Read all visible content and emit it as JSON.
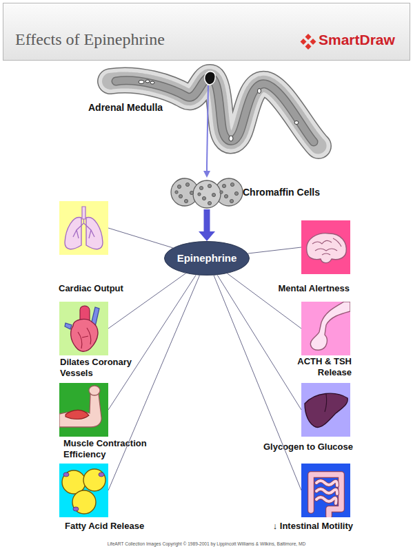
{
  "diagram": {
    "title": "Effects of Epinephrine",
    "nodes": [
      {
        "text": [
          "Adrenal Medulla"
        ]
      },
      {
        "text": [
          "Chromaffin Cells"
        ]
      },
      {
        "text": [
          "Epinephrine"
        ]
      },
      {
        "text": [
          "Cardiac Output"
        ]
      },
      {
        "text": [
          "Mental Alertness"
        ]
      },
      {
        "text": [
          "Dilates Coronary Vessels"
        ]
      },
      {
        "text": [
          "ACTH & TSH Release"
        ]
      },
      {
        "text": [
          "Muscle Contraction Efficiency"
        ]
      },
      {
        "text": [
          "Glycogen to Glucose"
        ]
      },
      {
        "text": [
          "Fatty Acid Release"
        ]
      },
      {
        "text": [
          "↓ Intestinal Motility"
        ]
      }
    ],
    "edges": [
      {
        "from": 0,
        "to": 1,
        "arrow": "to"
      },
      {
        "from": 1,
        "to": 2,
        "arrow": "to"
      },
      {
        "from": 2,
        "to": 3,
        "arrow": "none"
      },
      {
        "from": 2,
        "to": 4,
        "arrow": "none"
      },
      {
        "from": 2,
        "to": 5,
        "arrow": "none"
      },
      {
        "from": 2,
        "to": 6,
        "arrow": "none"
      },
      {
        "from": 2,
        "to": 7,
        "arrow": "none"
      },
      {
        "from": 2,
        "to": 8,
        "arrow": "none"
      },
      {
        "from": 2,
        "to": 9,
        "arrow": "none"
      },
      {
        "from": 2,
        "to": 10,
        "arrow": "none"
      }
    ],
    "labels": [
      "SmartDraw",
      "LifeART Collection Images Copyright © 1989-2001 by Lippincott Williams & Wilkins, Baltimore, MD"
    ]
  }
}
